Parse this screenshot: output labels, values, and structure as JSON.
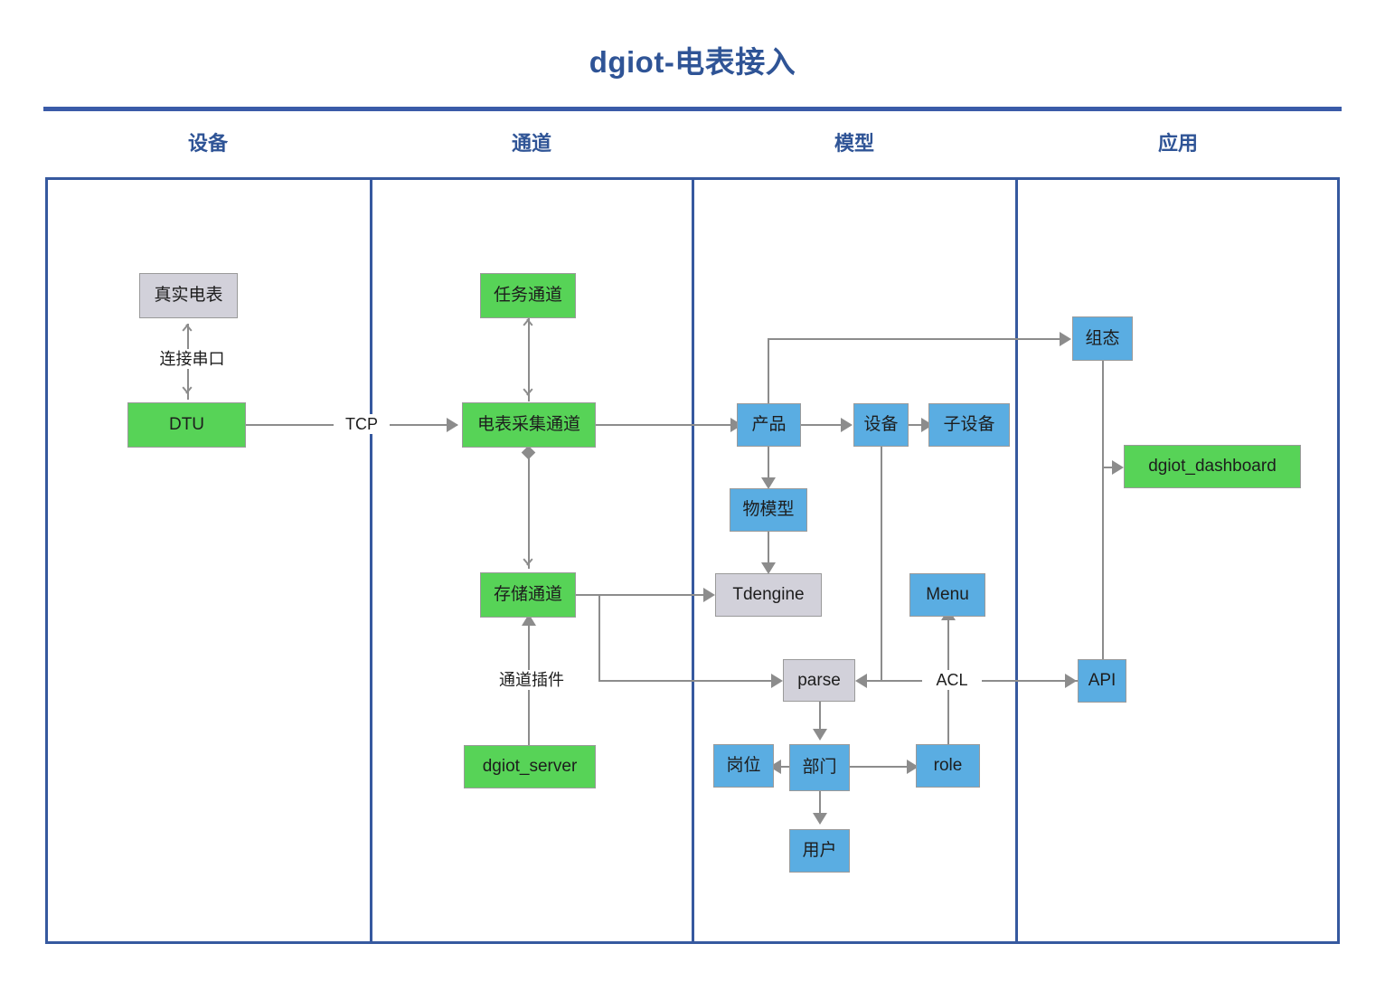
{
  "diagram": {
    "title": "dgiot-电表接入",
    "columns": [
      {
        "id": "device",
        "label": "设备"
      },
      {
        "id": "channel",
        "label": "通道"
      },
      {
        "id": "model",
        "label": "模型"
      },
      {
        "id": "app",
        "label": "应用"
      }
    ],
    "nodes": [
      {
        "id": "real-meter",
        "label": "真实电表",
        "color": "gray",
        "column": "device"
      },
      {
        "id": "dtu",
        "label": "DTU",
        "color": "green",
        "column": "device"
      },
      {
        "id": "task-channel",
        "label": "任务通道",
        "color": "green",
        "column": "channel"
      },
      {
        "id": "meter-channel",
        "label": "电表采集通道",
        "color": "green",
        "column": "channel"
      },
      {
        "id": "storage-channel",
        "label": "存储通道",
        "color": "green",
        "column": "channel"
      },
      {
        "id": "dgiot-server",
        "label": "dgiot_server",
        "color": "green",
        "column": "channel"
      },
      {
        "id": "product",
        "label": "产品",
        "color": "blue",
        "column": "model"
      },
      {
        "id": "device-node",
        "label": "设备",
        "color": "blue",
        "column": "model"
      },
      {
        "id": "sub-device",
        "label": "子设备",
        "color": "blue",
        "column": "model"
      },
      {
        "id": "thing-model",
        "label": "物模型",
        "color": "blue",
        "column": "model"
      },
      {
        "id": "tdengine",
        "label": "Tdengine",
        "color": "gray",
        "column": "model"
      },
      {
        "id": "menu",
        "label": "Menu",
        "color": "blue",
        "column": "model"
      },
      {
        "id": "parse",
        "label": "parse",
        "color": "gray",
        "column": "model"
      },
      {
        "id": "post",
        "label": "岗位",
        "color": "blue",
        "column": "model"
      },
      {
        "id": "department",
        "label": "部门",
        "color": "blue",
        "column": "model"
      },
      {
        "id": "role",
        "label": "role",
        "color": "blue",
        "column": "model"
      },
      {
        "id": "user",
        "label": "用户",
        "color": "blue",
        "column": "model"
      },
      {
        "id": "scada",
        "label": "组态",
        "color": "blue",
        "column": "app"
      },
      {
        "id": "dgiot-dashboard",
        "label": "dgiot_dashboard",
        "color": "green",
        "column": "app"
      },
      {
        "id": "api",
        "label": "API",
        "color": "blue",
        "column": "app"
      }
    ],
    "edge_labels": [
      {
        "id": "serial-port",
        "label": "连接串口",
        "from": "dtu",
        "to": "real-meter"
      },
      {
        "id": "tcp",
        "label": "TCP",
        "from": "dtu",
        "to": "meter-channel"
      },
      {
        "id": "channel-plugin",
        "label": "通道插件",
        "from": "dgiot_server",
        "to": "storage-channel"
      },
      {
        "id": "acl",
        "label": "ACL",
        "from": "api",
        "to": "parse"
      }
    ],
    "colors": {
      "frame": "#36599f",
      "title": "#2f5496",
      "green": "#57d357",
      "blue": "#5aade2",
      "gray": "#d2d1da",
      "connector": "#8c8c8c"
    }
  }
}
